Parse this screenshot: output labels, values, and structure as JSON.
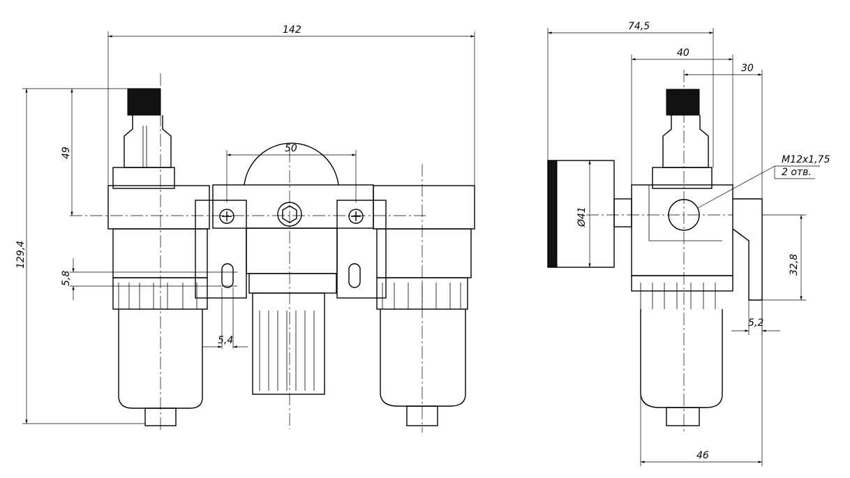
{
  "drawing": {
    "front_view": {
      "dims": {
        "overall_width": "142",
        "port_spacing": "50",
        "top_to_port": "49",
        "overall_height": "129,4",
        "slot_height": "5,8",
        "slot_width": "5,4"
      }
    },
    "side_view": {
      "dims": {
        "overall_depth": "74,5",
        "depth_40": "40",
        "depth_30": "30",
        "gauge_diameter": "Ø41",
        "thread": "M12x1,75",
        "holes": "2 отв.",
        "bracket_height": "32,8",
        "bracket_thickness": "5,2",
        "bowl_width": "46"
      }
    }
  }
}
